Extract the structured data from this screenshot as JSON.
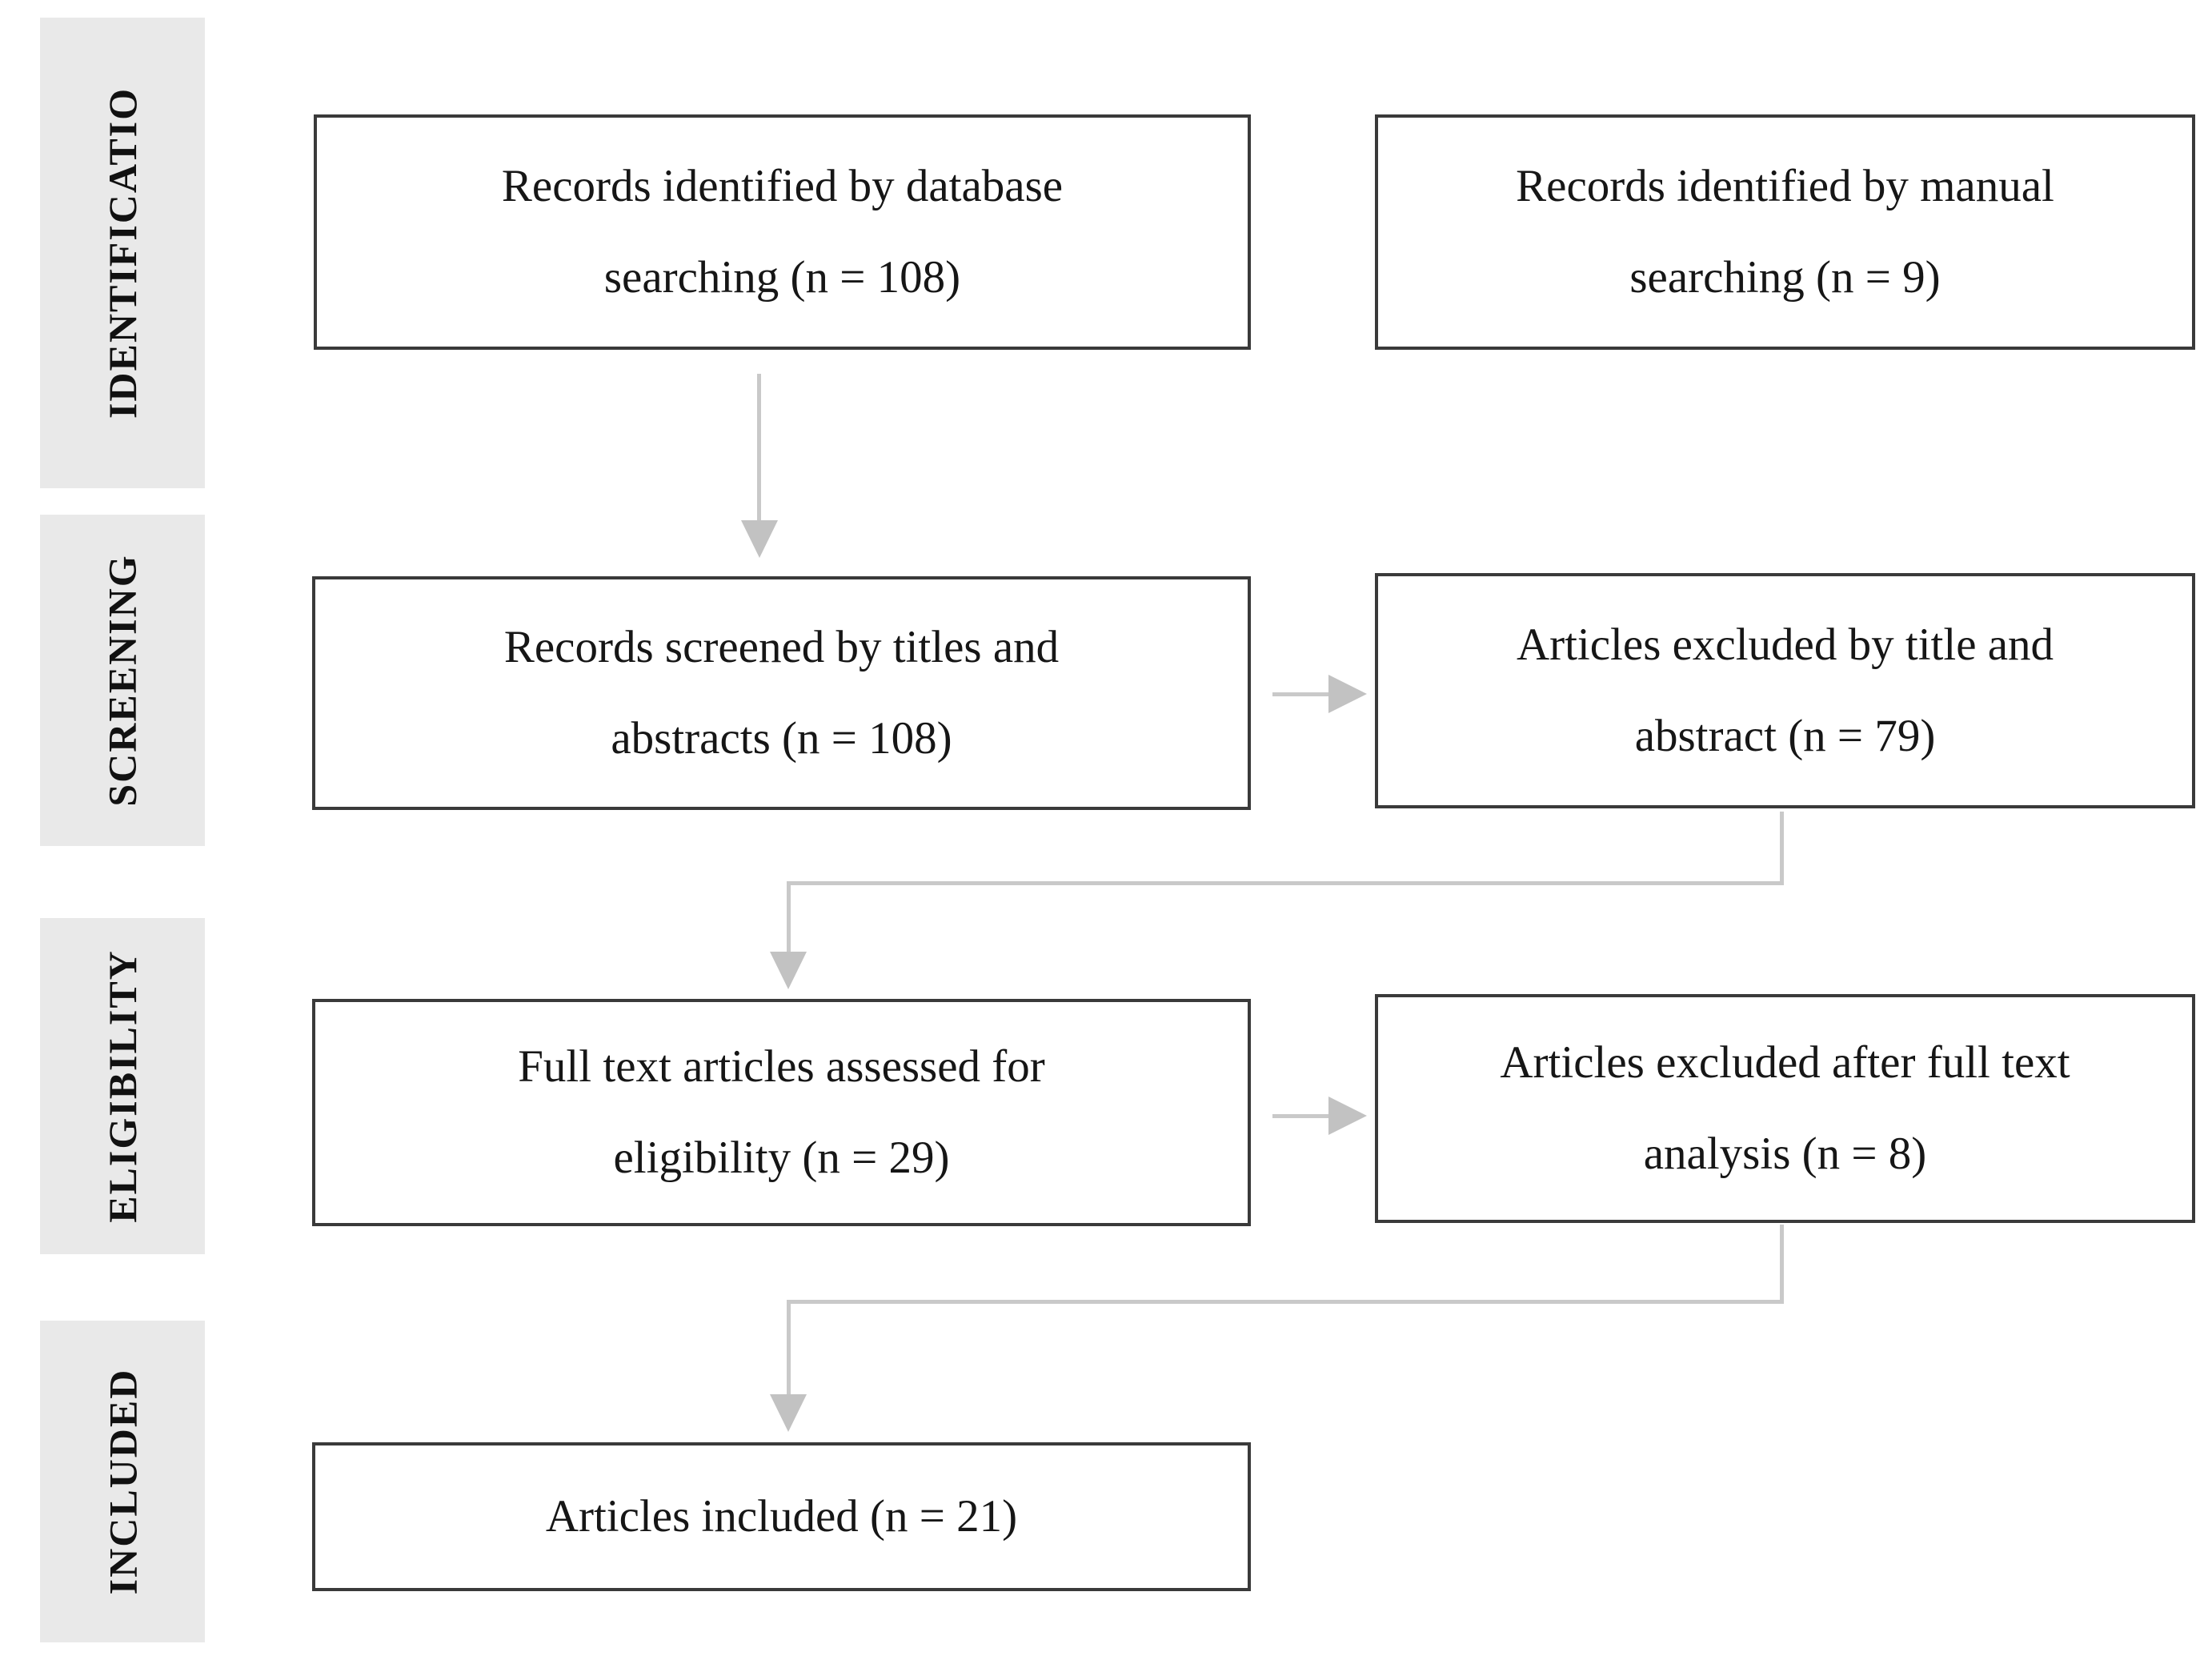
{
  "diagram": {
    "type": "prisma-flow",
    "stages": [
      {
        "label": "IDENTIFICATIO"
      },
      {
        "label": "SCREENING"
      },
      {
        "label": "ELIGIBILITY"
      },
      {
        "label": "INCLUDED"
      }
    ],
    "boxes": [
      {
        "name": "records-identified-database",
        "line1": "Records identified by database",
        "line2": "searching (n = 108)",
        "n": 108
      },
      {
        "name": "records-identified-manual",
        "line1": "Records identified by manual",
        "line2": "searching (n = 9)",
        "n": 9
      },
      {
        "name": "records-screened",
        "line1": "Records screened by titles and",
        "line2": "abstracts (n = 108)",
        "n": 108
      },
      {
        "name": "articles-excluded-title",
        "line1": "Articles excluded by title and",
        "line2": "abstract (n = 79)",
        "n": 79
      },
      {
        "name": "full-text-assessed",
        "line1": "Full text articles assessed for",
        "line2": "eligibility (n = 29)",
        "n": 29
      },
      {
        "name": "articles-excluded-fulltext",
        "line1": "Articles excluded after full text",
        "line2": "analysis (n = 8)",
        "n": 8
      },
      {
        "name": "articles-included",
        "line1": "Articles included (n = 21)",
        "line2": "",
        "n": 21
      }
    ],
    "colors": {
      "stage_bg": "#e9e9e9",
      "box_border": "#3a3a3a",
      "arrow_line": "#c9c9c9",
      "arrowhead": "#c2c2c2",
      "text": "#161616",
      "background": "#ffffff"
    }
  }
}
